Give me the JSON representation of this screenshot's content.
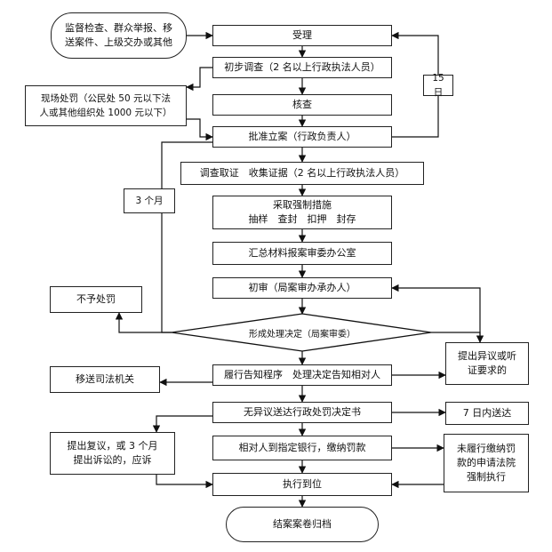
{
  "nodes": {
    "source": "监督检查、群众举报、移\n送案件、上级交办或其他",
    "accept": "受理",
    "prelim": "初步调查（2 名以上行政执法人员）",
    "onsite": "现场处罚（公民处 50 元以下法\n人或其他组织处 1000 元以下）",
    "verify": "核查",
    "approve": "批准立案（行政负责人）",
    "investigate": "调查取证　收集证据（2 名以上行政执法人员）",
    "coercive": "采取强制措施\n抽样　查封　扣押　封存",
    "summary": "汇总材料报案审委办公室",
    "firstreview": "初审（局案审办承办人）",
    "decision": "形成处理决定（局案审委）",
    "nopenalty": "不予处罚",
    "notify": "履行告知程序　处理决定告知相对人",
    "objection": "提出异议或听\n证要求的",
    "judicial": "移送司法机关",
    "deliver": "无异议送达行政处罚决定书",
    "sevendays": "7 日内送达",
    "pay": "相对人到指定银行，缴纳罚款",
    "reconsider": "提出复议，或 3 个月\n提出诉讼的，应诉",
    "court": "未履行缴纳罚\n款的申请法院\n强制执行",
    "execute": "执行到位",
    "archive": "结案案卷归档"
  },
  "labels": {
    "fifteen_days": "15 日",
    "three_months": "3 个月"
  }
}
